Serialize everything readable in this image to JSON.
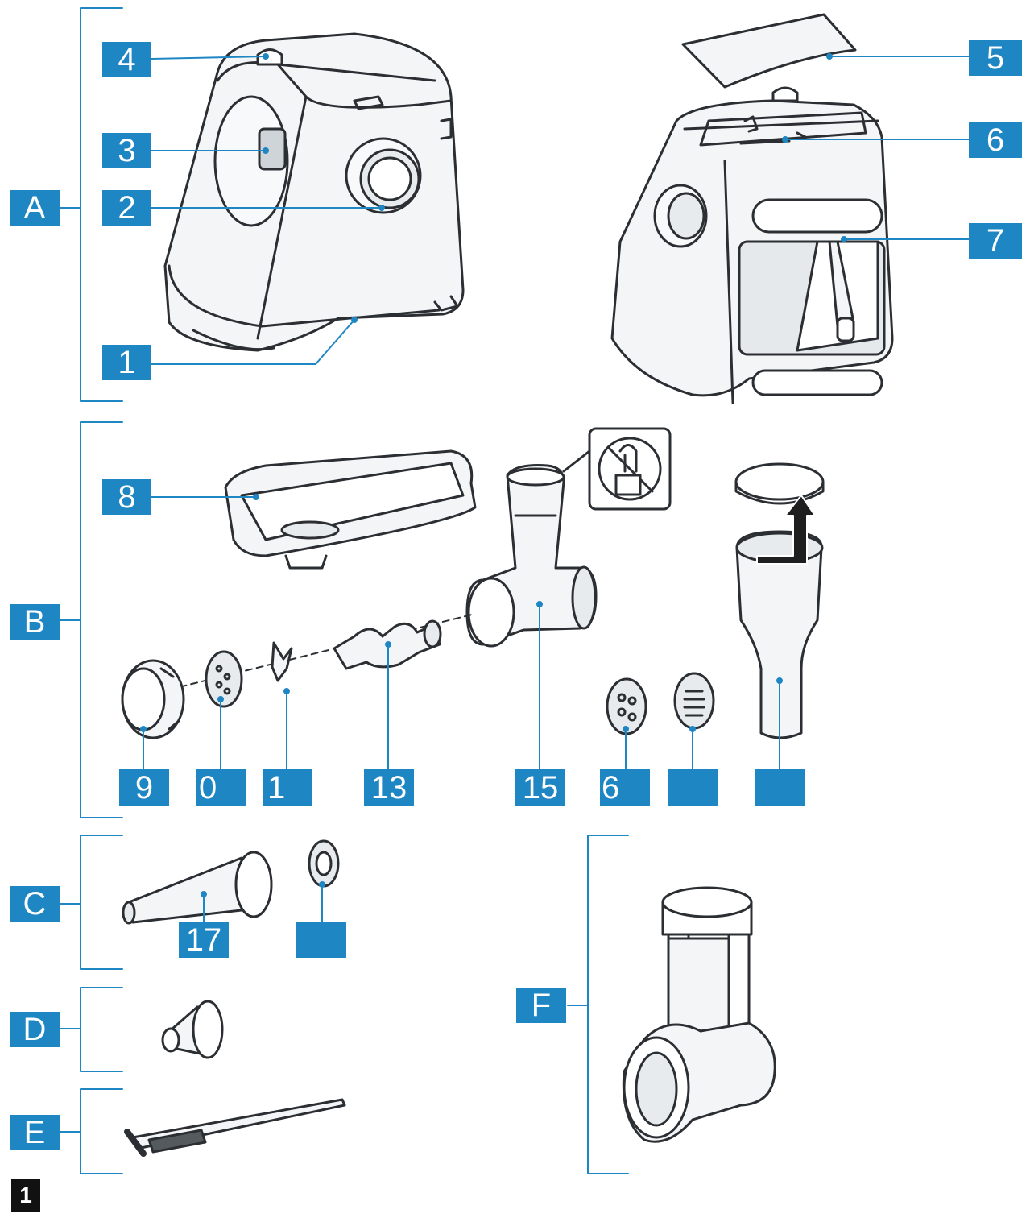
{
  "colors": {
    "accent": "#1f86c4",
    "line": "#2b2f33",
    "fill": "#f4f5f6"
  },
  "sections": {
    "a": "A",
    "b": "B",
    "c": "C",
    "d": "D",
    "e": "E",
    "f": "F"
  },
  "callouts": {
    "c1": "1",
    "c2": "2",
    "c3": "3",
    "c4": "4",
    "c5": "5",
    "c6": "6",
    "c7": "7",
    "c8": "8",
    "c9": "9",
    "c0": "0",
    "c11": "1",
    "c13": "13",
    "c15": "15",
    "c6b": "6",
    "c_blank1": "",
    "c_blank2": "",
    "c17": "17",
    "c_blank3": ""
  },
  "figure_number": "1",
  "icons": [
    "no-hand-in-tube-icon",
    "lift-arrow-icon"
  ]
}
